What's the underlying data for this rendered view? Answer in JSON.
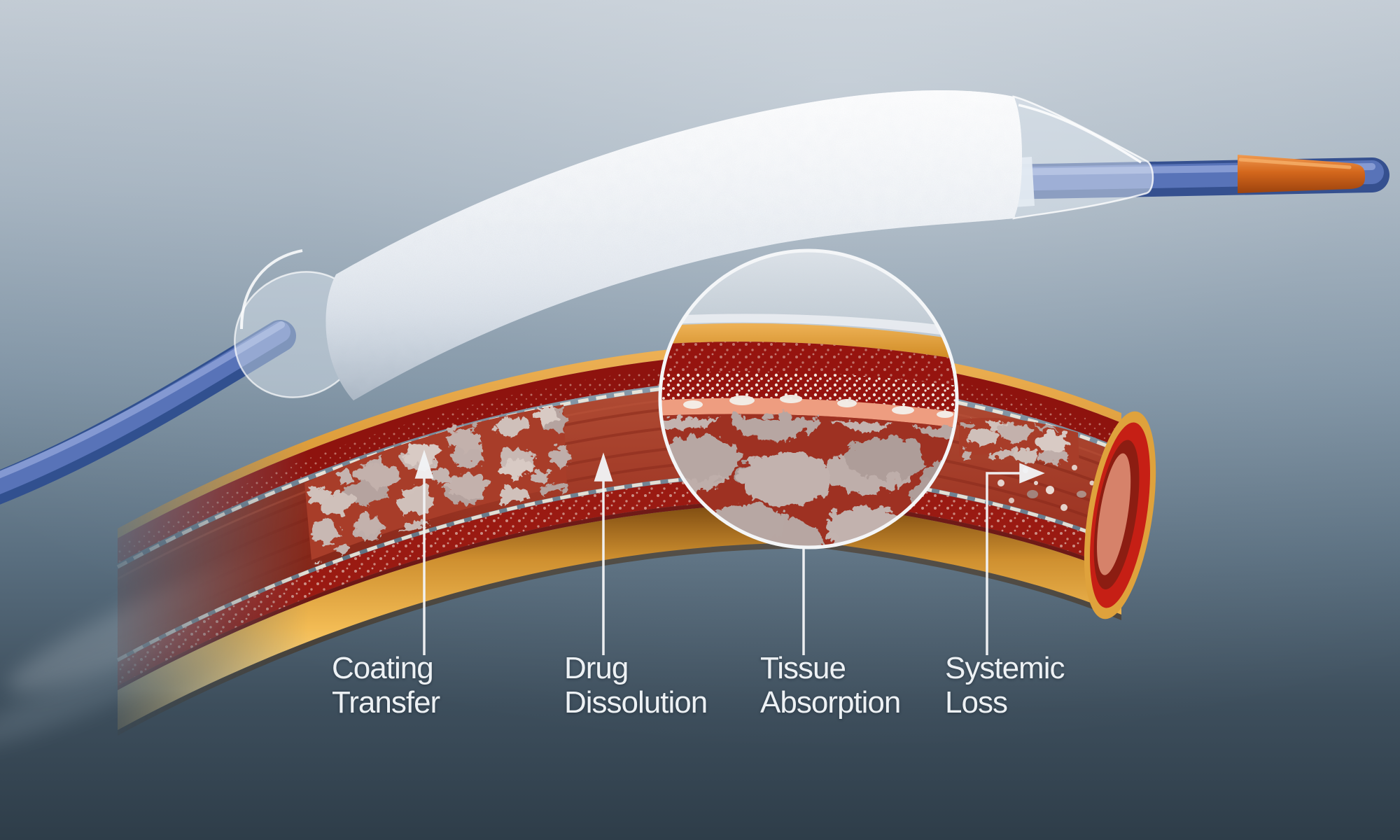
{
  "illustration": {
    "labels": [
      {
        "id": "coating-transfer",
        "line1": "Coating",
        "line2": "Transfer"
      },
      {
        "id": "drug-dissolution",
        "line1": "Drug",
        "line2": "Dissolution"
      },
      {
        "id": "tissue-absorption",
        "line1": "Tissue",
        "line2": "Absorption"
      },
      {
        "id": "systemic-loss",
        "line1": "Systemic",
        "line2": "Loss"
      }
    ],
    "colors": {
      "background_top": "#c1cad3",
      "background_bottom": "#2e3d49",
      "balloon_coating_white": "#eef1f5",
      "catheter_shaft_blue": "#5873b8",
      "catheter_tip_orange": "#d4671c",
      "artery_adventitia_orange": "#f2bb54",
      "artery_wall_dark_red": "#8e130e",
      "artery_lumen_red": "#a84029",
      "plaque_gray": "#c6b6b1",
      "drug_particles_white": "#f0e9e0",
      "leader_line_white": "#f2f4f6",
      "label_text_white": "#edf1f4"
    }
  }
}
